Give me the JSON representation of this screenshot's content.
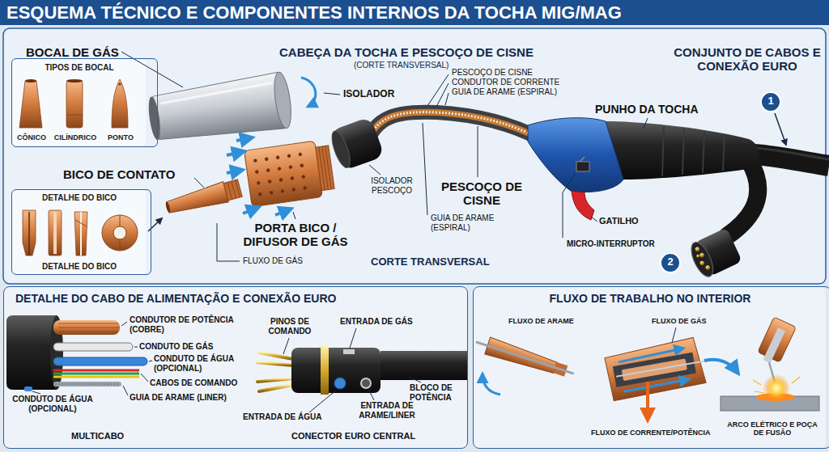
{
  "diagram": {
    "title": "ESQUEMA TÉCNICO E COMPONENTES INTERNOS DA TOCHA MIG/MAG",
    "nodes": [
      {
        "text": [
          "TIPOS DE BOCAL",
          "CÔNICO",
          "CILÍNDRICO",
          "PONTO"
        ]
      },
      {
        "text": [
          "DETALHE DO BICO",
          "DETALHE DO BICO"
        ]
      },
      {
        "text": [
          "DETALHE DO CABO DE ALIMENTAÇÃO E CONEXÃO EURO"
        ]
      },
      {
        "text": [
          "FLUXO DE TRABALHO NO INTERIOR"
        ]
      }
    ],
    "labels": [
      "BOCAL DE GÁS",
      "CABEÇA DA TOCHA E PESCOÇO DE CISNE",
      "(CORTE TRANSVERSAL)",
      "CONJUNTO DE CABOS E CONEXÃO EURO",
      "ISOLADOR",
      "PESCOÇO DE CISNE",
      "CONDUTOR DE CORRENTE",
      "GUIA DE ARAME (ESPIRAL)",
      "PUNHO DA TOCHA",
      "1",
      "BICO DE CONTATO",
      "ISOLADOR PESCOÇO",
      "PESCOÇO DE CISNE",
      "GUIA DE ARAME (ESPIRAL)",
      "GATILHO",
      "MICRO-INTERRUPTOR",
      "PORTA BICO / DIFUSOR DE GÁS",
      "FLUXO DE GÁS",
      "CORTE TRANSVERSAL",
      "2",
      "CONDUTOR DE POTÊNCIA (COBRE)",
      "CONDUTO DE GÁS",
      "CONDUTO DE ÁGUA (OPCIONAL)",
      "CONDUTO DE ÁGUA (OPCIONAL)",
      "CABOS DE COMANDO",
      "GUIA DE ARAME (LINER)",
      "MULTICABO",
      "PINOS DE COMANDO",
      "ENTRADA DE GÁS",
      "BLOCO DE POTÊNCIA",
      "ENTRADA DE ÁGUA",
      "ENTRADA DE ARAME/LINER",
      "CONECTOR EURO CENTRAL",
      "FLUXO DE ARAME",
      "FLUXO DE GÁS",
      "FLUXO DE CORRENTE/POTÊNCIA",
      "ARCO ELÉTRICO E POÇA DE FUSÃO"
    ]
  }
}
